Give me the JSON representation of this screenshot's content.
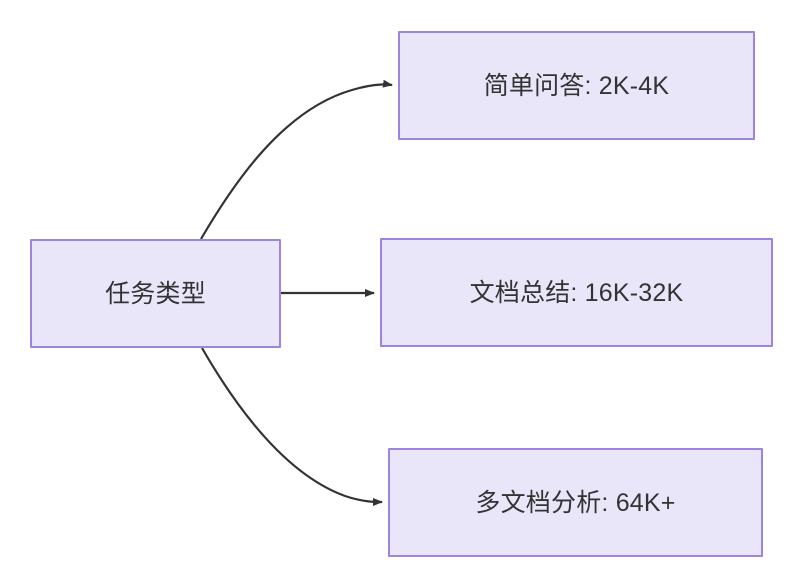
{
  "diagram": {
    "type": "flowchart",
    "direction": "left-to-right",
    "background_color": "#ffffff",
    "node_fill_color": "#e9e6fa",
    "node_border_color": "#9d84e0",
    "node_text_color": "#333333",
    "edge_color": "#333333",
    "root": {
      "id": "task-type",
      "label": "任务类型"
    },
    "branches": [
      {
        "id": "simple-qa",
        "label": "简单问答: 2K-4K",
        "task": "简单问答",
        "range": "2K-4K",
        "edge_style": "curved-up",
        "arrowhead": "filled-triangle"
      },
      {
        "id": "doc-summary",
        "label": "文档总结: 16K-32K",
        "task": "文档总结",
        "range": "16K-32K",
        "edge_style": "straight",
        "arrowhead": "filled-triangle"
      },
      {
        "id": "multi-doc",
        "label": "多文档分析: 64K+",
        "task": "多文档分析",
        "range": "64K+",
        "edge_style": "curved-down",
        "arrowhead": "filled-triangle"
      }
    ]
  }
}
